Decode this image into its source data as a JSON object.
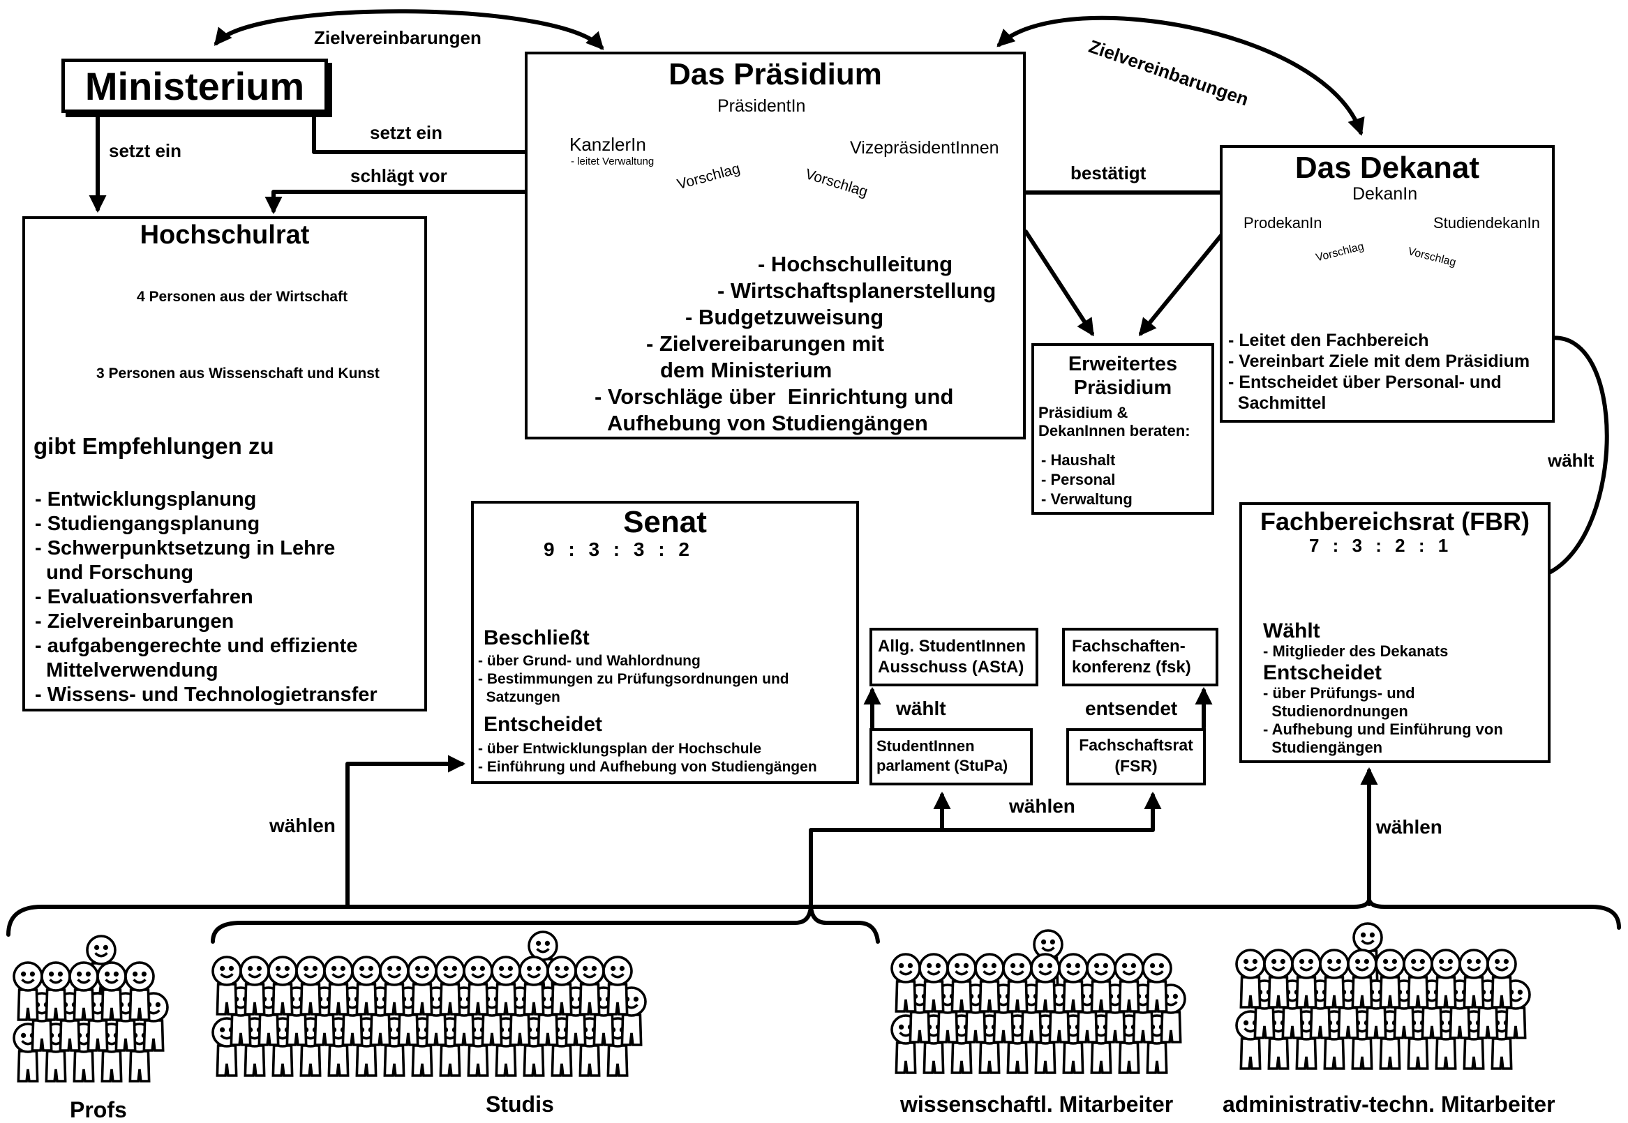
{
  "colors": {
    "ink": "#000000",
    "paper": "#ffffff"
  },
  "ministerium": {
    "title": "Ministerium"
  },
  "praesidium": {
    "title": "Das Präsidium",
    "praesident": "PräsidentIn",
    "kanzler": "KanzlerIn",
    "kanzler_note": "- leitet Verwaltung",
    "vize": "VizepräsidentInnen",
    "vorschlag_left": "Vorschlag",
    "vorschlag_right": "Vorschlag",
    "tasks": [
      "- Hochschulleitung",
      "- Wirtschaftsplanerstellung",
      "- Budgetzuweisung",
      "- Zielvereibarungen mit",
      "dem Ministerium",
      "- Vorschläge über  Einrichtung und",
      "Aufhebung von Studiengängen"
    ]
  },
  "hochschulrat": {
    "title": "Hochschulrat",
    "group1": "4 Personen aus der Wirtschaft",
    "group2": "3 Personen aus Wissenschaft und Kunst",
    "heading": "gibt Empfehlungen zu",
    "items": [
      "- Entwicklungsplanung",
      "- Studiengangsplanung",
      "- Schwerpunktsetzung in Lehre",
      "  und Forschung",
      "- Evaluationsverfahren",
      "- Zielvereinbarungen",
      "- aufgabengerechte und effiziente",
      "  Mittelverwendung",
      "- Wissens- und Technologietransfer"
    ]
  },
  "dekanat": {
    "title": "Das Dekanat",
    "dekan": "DekanIn",
    "prodekan": "ProdekanIn",
    "studiendekan": "StudiendekanIn",
    "vorschlag_left": "Vorschlag",
    "vorschlag_right": "Vorschlag",
    "tasks": [
      "- Leitet den Fachbereich",
      "- Vereinbart Ziele mit dem Präsidium",
      "- Entscheidet über Personal- und",
      "  Sachmittel"
    ]
  },
  "erweitertes": {
    "title1": "Erweitertes",
    "title2": "Präsidium",
    "sub1": "Präsidium &",
    "sub2": "DekanInnen beraten:",
    "items": [
      "- Haushalt",
      "- Personal",
      "- Verwaltung"
    ]
  },
  "senat": {
    "title": "Senat",
    "ratio": "9 : 3 : 3 : 2",
    "beschliesst": "Beschließt",
    "b_items": [
      "- über Grund- und Wahlordnung",
      "- Bestimmungen zu Prüfungsordnungen und",
      "  Satzungen"
    ],
    "entscheidet": "Entscheidet",
    "e_items": [
      "- über Entwicklungsplan der Hochschule",
      "- Einführung und Aufhebung von Studiengängen"
    ]
  },
  "fbr": {
    "title": "Fachbereichsrat (FBR)",
    "ratio": "7 : 3 : 2 : 1",
    "waehlt": "Wählt",
    "w_items": [
      "- Mitglieder des Dekanats"
    ],
    "entscheidet": "Entscheidet",
    "e_items": [
      "- über Prüfungs- und",
      "  Studienordnungen",
      "- Aufhebung und Einführung von",
      "  Studiengängen"
    ]
  },
  "asta": {
    "line1": "Allg. StudentInnen",
    "line2": "Ausschuss (AStA)"
  },
  "stupa": {
    "line1": "StudentInnen",
    "line2": "parlament (StuPa)"
  },
  "fsk": {
    "line1": "Fachschaften-",
    "line2": "konferenz (fsk)"
  },
  "fsr": {
    "line1": "Fachschaftsrat",
    "line2": "(FSR)"
  },
  "labels": {
    "zielvereinbarungen_left": "Zielvereinbarungen",
    "zielvereinbarungen_right": "Zielvereinbarungen",
    "setzt_ein_down": "setzt ein",
    "setzt_ein_right": "setzt ein",
    "schlaegt_vor": "schlägt vor",
    "bestaetigt": "bestätigt",
    "waehlt_dekanat": "wählt",
    "waehlt_asta": "wählt",
    "entsendet": "entsendet",
    "waehlen_senat": "wählen",
    "waehlen_students": "wählen",
    "waehlen_fbr": "wählen"
  },
  "groups": {
    "profs": "Profs",
    "studis": "Studis",
    "wiss": "wissenschaftl. Mitarbeiter",
    "admin": "administrativ-techn. Mitarbeiter"
  }
}
